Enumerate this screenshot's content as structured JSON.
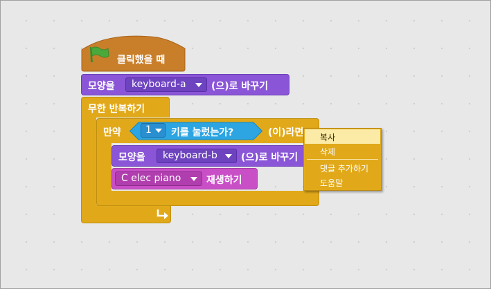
{
  "hat": {
    "label": "클릭했을 때",
    "icon": "green-flag-icon"
  },
  "switch_costume_1": {
    "prefix": "모양을",
    "costume": "keyboard-a",
    "suffix": "(으)로 바꾸기"
  },
  "forever": {
    "label": "무한 반복하기"
  },
  "if_block": {
    "prefix": "만약",
    "suffix": "(이)라면"
  },
  "key_pressed": {
    "key": "1",
    "label": "키를 눌렀는가?"
  },
  "switch_costume_2": {
    "prefix": "모양을",
    "costume": "keyboard-b",
    "suffix": "(으)로 바꾸기"
  },
  "play_sound": {
    "sound": "C elec piano",
    "suffix": "재생하기"
  },
  "context_menu": {
    "items": [
      {
        "label": "복사",
        "highlighted": true
      },
      {
        "label": "삭제",
        "highlighted": false
      },
      {
        "label": "댓글 추가하기",
        "highlighted": false
      },
      {
        "label": "도움말",
        "highlighted": false
      }
    ]
  },
  "colors": {
    "events": "#c97e29",
    "looks": "#8a55d7",
    "control": "#e1a91a",
    "sensing": "#2ca5e2",
    "sound": "#c94fc7",
    "flag": "#4ba83a"
  }
}
